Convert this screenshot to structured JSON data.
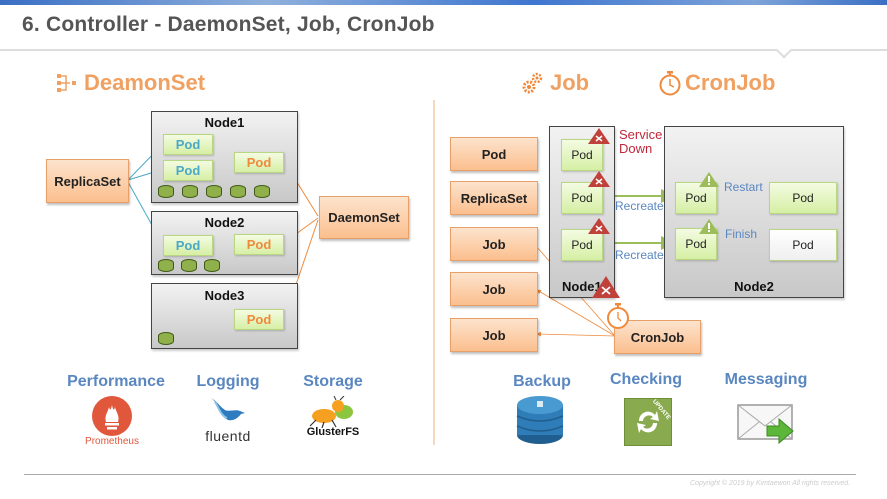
{
  "header": {
    "title": "6. Controller - DaemonSet, Job, CronJob"
  },
  "daemonset_section": {
    "title": "DeamonSet",
    "icon": "hierarchy-icon",
    "replicaset_label": "ReplicaSet",
    "daemonset_label": "DaemonSet",
    "nodes": [
      {
        "label": "Node1",
        "replica_pods": [
          "Pod",
          "Pod"
        ],
        "daemon_pod": "Pod",
        "disks": 5
      },
      {
        "label": "Node2",
        "replica_pods": [
          "Pod"
        ],
        "daemon_pod": "Pod",
        "disks": 3
      },
      {
        "label": "Node3",
        "replica_pods": [],
        "daemon_pod": "Pod",
        "disks": 1
      }
    ],
    "use_cases": [
      {
        "label": "Performance",
        "logo_text": "Prometheus",
        "icon": "prometheus-icon"
      },
      {
        "label": "Logging",
        "logo_text": "fluentd",
        "icon": "fluentd-bird-icon"
      },
      {
        "label": "Storage",
        "logo_text": "GlusterFS",
        "icon": "glusterfs-ant-icon"
      }
    ]
  },
  "job_section": {
    "title": "Job",
    "icon": "gears-icon",
    "controllers": [
      "Pod",
      "ReplicaSet",
      "Job",
      "Job",
      "Job"
    ],
    "node1": {
      "label": "Node1",
      "pods": [
        "Pod",
        "Pod",
        "Pod"
      ]
    },
    "node2": {
      "label": "Node2",
      "rows": [
        {
          "from": "Pod",
          "action": "Restart",
          "to": "Pod"
        },
        {
          "from": "Pod",
          "action": "Finish",
          "to": "Pod"
        }
      ]
    },
    "service_down": [
      "Service",
      "Down"
    ],
    "recreate_labels": [
      "Recreate",
      "Recreate"
    ],
    "use_cases": [
      {
        "label": "Backup",
        "icon": "database-icon"
      },
      {
        "label": "Checking",
        "icon": "update-icon",
        "logo_text": "UPDATE"
      },
      {
        "label": "Messaging",
        "icon": "envelope-icon"
      }
    ]
  },
  "cronjob_section": {
    "title": "CronJob",
    "icon": "stopwatch-icon",
    "cronjob_label": "CronJob"
  },
  "footer": {
    "copyright": "Copyright © 2019 by Kimtaewon All rights reserved."
  },
  "colors": {
    "accent_orange": "#f0a060",
    "caption_blue": "#5a87c0",
    "error_red": "#c0273a",
    "pod_green": "#d6efa4"
  }
}
